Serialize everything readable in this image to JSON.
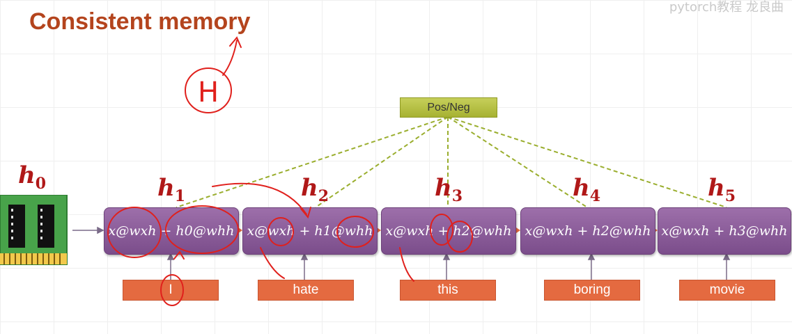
{
  "title": "Consistent memory",
  "watermark": "pytorch教程 龙良曲",
  "output_label": "Pos/Neg",
  "initial_state": {
    "symbol": "h",
    "index": "0"
  },
  "hidden_labels": [
    {
      "symbol": "h",
      "index": "1"
    },
    {
      "symbol": "h",
      "index": "2"
    },
    {
      "symbol": "h",
      "index": "3"
    },
    {
      "symbol": "h",
      "index": "4"
    },
    {
      "symbol": "h",
      "index": "5"
    }
  ],
  "cells": [
    "x@w_xh + h_0@w_hh",
    "x@w_xh + h_1@w_hh",
    "x@w_xh + h_2@w_hh",
    "x@w_xh + h_2@w_hh",
    "x@w_xh + h_3@w_hh"
  ],
  "cell_display": [
    "x@wxh + h0@whh",
    "x@wxh + h1@whh",
    "x@wxh + h2@whh",
    "x@wxh + h2@whh",
    "x@wxh + h3@whh"
  ],
  "words": [
    "I",
    "hate",
    "this",
    "boring",
    "movie"
  ],
  "handwritten_note": "H",
  "colors": {
    "title": "#b4441d",
    "cell": "#8a5c99",
    "word": "#e46a40",
    "output": "#b5bf3e",
    "dashed_lines": "#9aae2e",
    "annotation": "#e0201c"
  }
}
